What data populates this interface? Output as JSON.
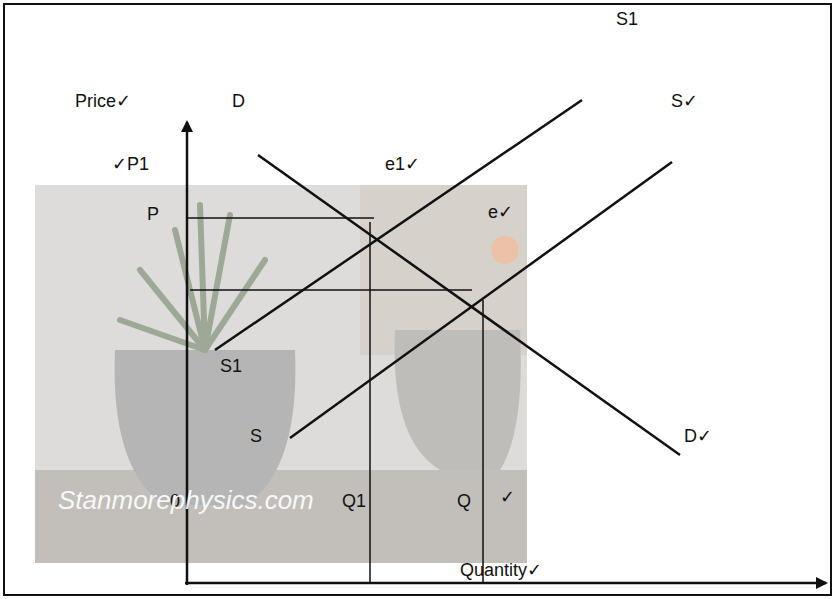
{
  "diagram": {
    "labels": [
      "S1",
      "Price✓",
      "D",
      "✓P1",
      "e1✓",
      "S✓",
      "P",
      "e✓",
      "S1",
      "S",
      "D✓",
      "0",
      "Q1",
      "Q",
      "✓",
      "Stanmorephysics.com",
      "Quantity✓"
    ]
  }
}
